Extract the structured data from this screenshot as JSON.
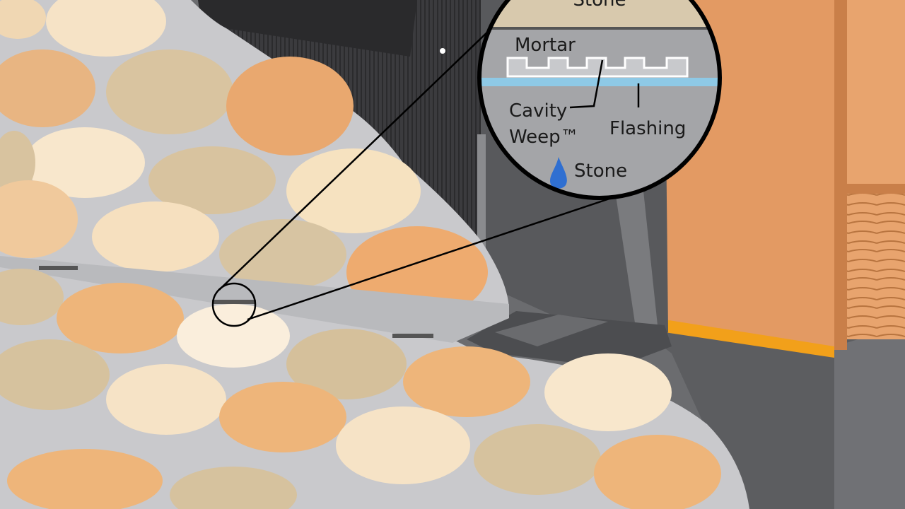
{
  "callout": {
    "stone_top": "Stone",
    "mortar": "Mortar",
    "cavity_weep_line1": "Cavity",
    "cavity_weep_line2": "Weep™",
    "flashing": "Flashing",
    "stone_bottom": "Stone"
  },
  "colors": {
    "background": "#6b6c6f",
    "mortar_gray": "#c9c9cc",
    "sheathing_orange": "#e39a63",
    "flashing_blue": "#8ec9e6",
    "water_drop": "#2f6fd1",
    "sill_orange": "#f2a01a",
    "drainage_mat": "#3a3a3c"
  },
  "icons": [
    "water-drop-icon"
  ]
}
